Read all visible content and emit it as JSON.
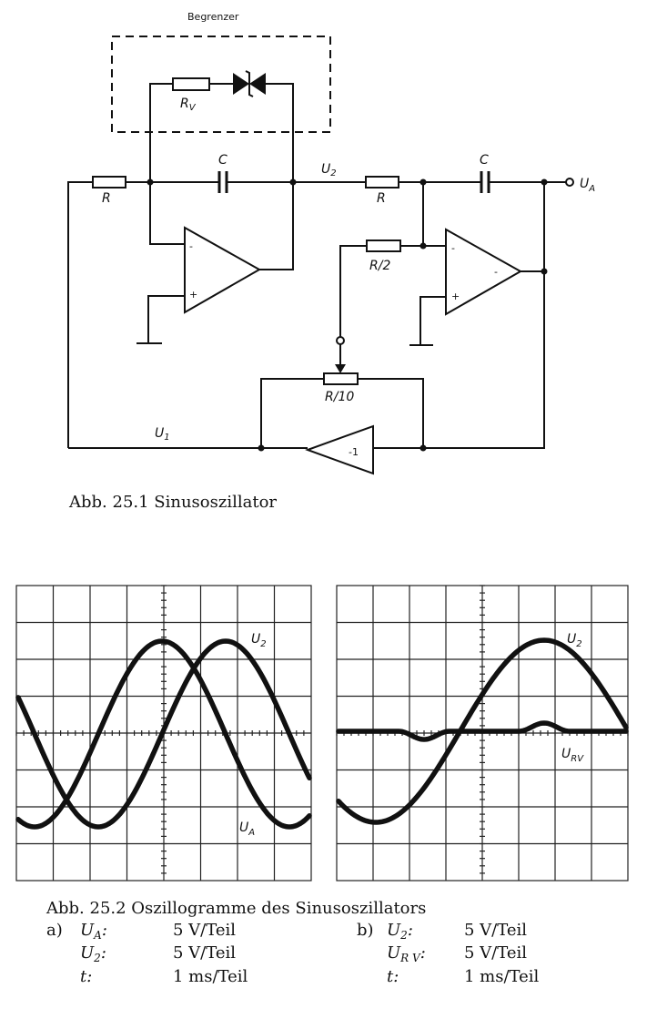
{
  "circuit": {
    "limiter_label": "Begrenzer",
    "labels": {
      "rv": "R",
      "rv_sub": "V",
      "c_left": "C",
      "c_right": "C",
      "u2": "U",
      "u2_sub": "2",
      "ua": "U",
      "ua_sub": "A",
      "r_left": "R",
      "r_mid": "R",
      "r_half": "R/2",
      "r_tenth": "R/10",
      "u1": "U",
      "u1_sub": "1",
      "minus_a": "-",
      "plus_a": "+",
      "minus_b": "-",
      "plus_b": "+",
      "out_b": "-",
      "inverter": "-1"
    }
  },
  "fig1_caption": "Abb. 25.1  Sinusoszillator",
  "scope_a": {
    "trace_labels": {
      "u2": "U",
      "u2_sub": "2",
      "ua": "U",
      "ua_sub": "A"
    }
  },
  "scope_b": {
    "trace_labels": {
      "u2": "U",
      "u2_sub": "2",
      "urv": "U",
      "urv_sub": "RV"
    }
  },
  "fig2_caption": "Abb. 25.2 Oszillogramme des Sinusoszillators",
  "settings": {
    "a": {
      "prefix": "a)",
      "rows": [
        {
          "sym": "U",
          "sub": "A",
          "colon": ":",
          "val": "5 V/Teil"
        },
        {
          "sym": "U",
          "sub": "2",
          "colon": ":",
          "val": "5 V/Teil"
        },
        {
          "sym": "t",
          "sub": "",
          "colon": ":",
          "val": "1 ms/Teil"
        }
      ]
    },
    "b": {
      "prefix": "b)",
      "rows": [
        {
          "sym": "U",
          "sub": "2",
          "colon": ":",
          "val": "5 V/Teil"
        },
        {
          "sym": "U",
          "sub": "R V",
          "colon": ":",
          "val": "5 V/Teil"
        },
        {
          "sym": "t",
          "sub": "",
          "colon": ":",
          "val": "1 ms/Teil"
        }
      ]
    }
  }
}
